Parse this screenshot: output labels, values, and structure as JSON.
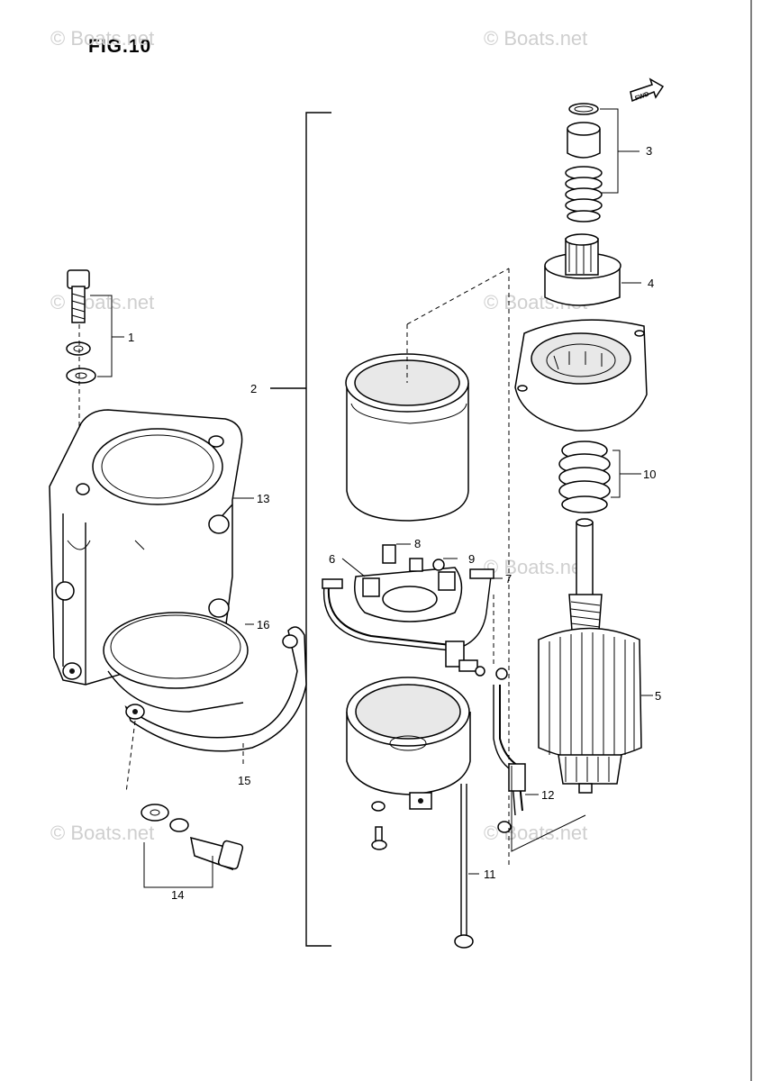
{
  "figure": {
    "title": "FIG.10"
  },
  "watermark": {
    "text": "© Boats.net"
  },
  "callouts": {
    "c1": "1",
    "c2": "2",
    "c3": "3",
    "c4": "4",
    "c5": "5",
    "c6": "6",
    "c7": "7",
    "c8": "8",
    "c9": "9",
    "c10": "10",
    "c11": "11",
    "c12": "12",
    "c13": "13",
    "c14": "14",
    "c15": "15",
    "c16": "16"
  },
  "direction_tag": "FWD"
}
